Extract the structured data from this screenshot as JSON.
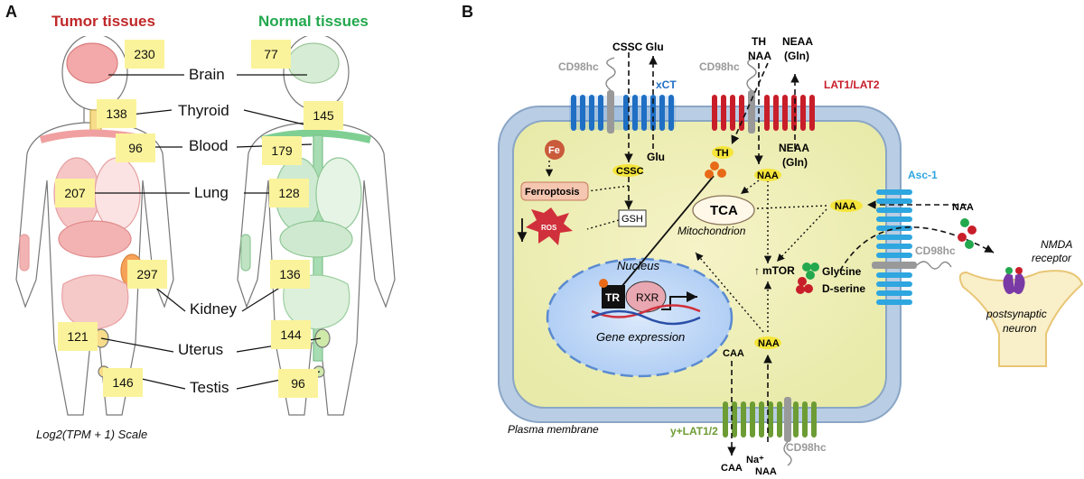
{
  "panel_a": {
    "letter": "A",
    "tumor_title": "Tumor tissues",
    "normal_title": "Normal tissues",
    "scale_label": "Log2(TPM + 1) Scale",
    "tissues": [
      {
        "name": "Brain",
        "tumor": "230",
        "normal": "77"
      },
      {
        "name": "Thyroid",
        "tumor": "138",
        "normal": "145"
      },
      {
        "name": "Blood",
        "tumor": "96",
        "normal": "179"
      },
      {
        "name": "Lung",
        "tumor": "207",
        "normal": "128"
      },
      {
        "name": "Kidney",
        "tumor": "297",
        "normal": "136"
      },
      {
        "name": "Uterus",
        "tumor": "121",
        "normal": "144"
      },
      {
        "name": "Testis",
        "tumor": "146",
        "normal": "96"
      }
    ]
  },
  "panel_b": {
    "letter": "B",
    "transporters": {
      "xct": "xCT",
      "lat": "LAT1/LAT2",
      "asc1": "Asc-1",
      "ylat": "y+LAT1/2",
      "cd98hc": "CD98hc"
    },
    "labels": {
      "cssc_glu_top": "CSSC Glu",
      "th_top": "TH",
      "naa_top": "NAA",
      "neaa_top": "NEAA",
      "gln_top": "(Gln)",
      "glu_in": "Glu",
      "cssc": "CSSC",
      "th": "TH",
      "naa": "NAA",
      "neaa_in": "NEAA",
      "gln_in": "(Gln)",
      "fe": "Fe",
      "ferroptosis": "Ferroptosis",
      "gsh": "GSH",
      "ros": "ROS",
      "tca": "TCA",
      "mitochondrion": "Mitochondrion",
      "mtor": "mTOR",
      "nucleus": "Nucleus",
      "tr": "TR",
      "rxr": "RXR",
      "gene_expression": "Gene expression",
      "plasma_membrane": "Plasma membrane",
      "caa": "CAA",
      "caa_bottom": "CAA",
      "na_plus": "Na⁺",
      "naa_bottom": "NAA",
      "naa_asc": "NAA",
      "naa_ext": "NAA",
      "glycine": "Glycine",
      "dserine": "D-serine",
      "nmda": "NMDA",
      "receptor": "receptor",
      "postsynaptic": "postsynaptic",
      "neuron": "neuron"
    },
    "colors": {
      "xct": "#1f6fc4",
      "lat": "#c81e2a",
      "asc1": "#2ea6e0",
      "ylat": "#6d9c34",
      "cd98hc": "#999999",
      "highlight": "#f5e53a"
    }
  }
}
